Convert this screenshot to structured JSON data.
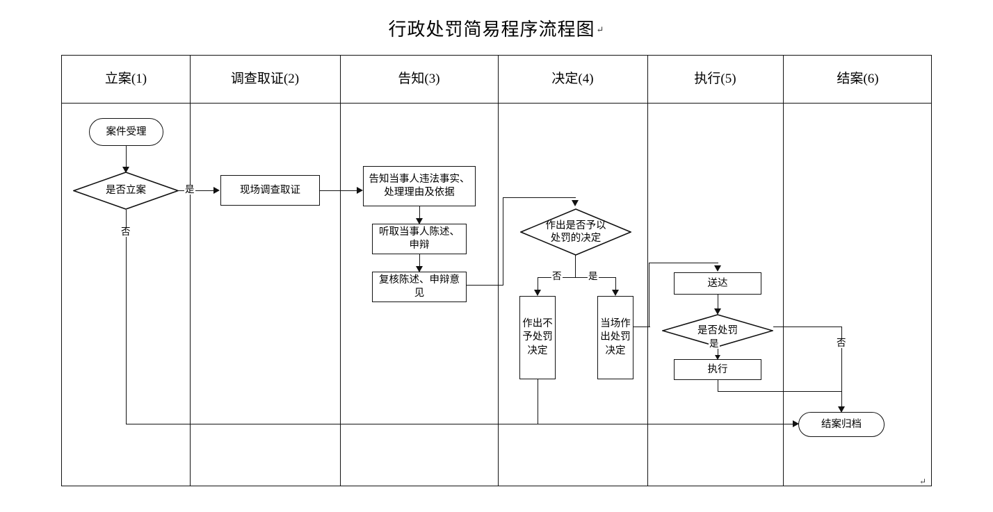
{
  "title": {
    "text": "行政处罚简易程序流程图",
    "pilcrow": "↵"
  },
  "tail_mark": "↵",
  "lanes": [
    {
      "label": "立案(1)"
    },
    {
      "label": "调查取证(2)"
    },
    {
      "label": "告知(3)"
    },
    {
      "label": "决定(4)"
    },
    {
      "label": "执行(5)"
    },
    {
      "label": "结案(6)"
    }
  ],
  "nodes": {
    "case_accept": "案件受理",
    "whether_file": "是否立案",
    "onsite_investigate": "现场调查取证",
    "notify_party": "告知当事人违法事实、处理理由及依据",
    "hear_statement": "听取当事人陈述、申辩",
    "review_statement": "复核陈述、申辩意见",
    "decide_punish": "作出是否予以\n处罚的决定",
    "no_punish_decision": "作出不予处罚决定",
    "onsite_punish_decision": "当场作出处罚决定",
    "deliver": "送达",
    "whether_punish": "是否处罚",
    "execute": "执行",
    "close_archive": "结案归档"
  },
  "edge_labels": {
    "file_yes": "是",
    "file_no": "否",
    "decide_no": "否",
    "decide_yes": "是",
    "punish_yes": "是",
    "punish_no": "否"
  },
  "colors": {
    "stroke": "#111111",
    "background": "#ffffff",
    "text": "#000000"
  }
}
